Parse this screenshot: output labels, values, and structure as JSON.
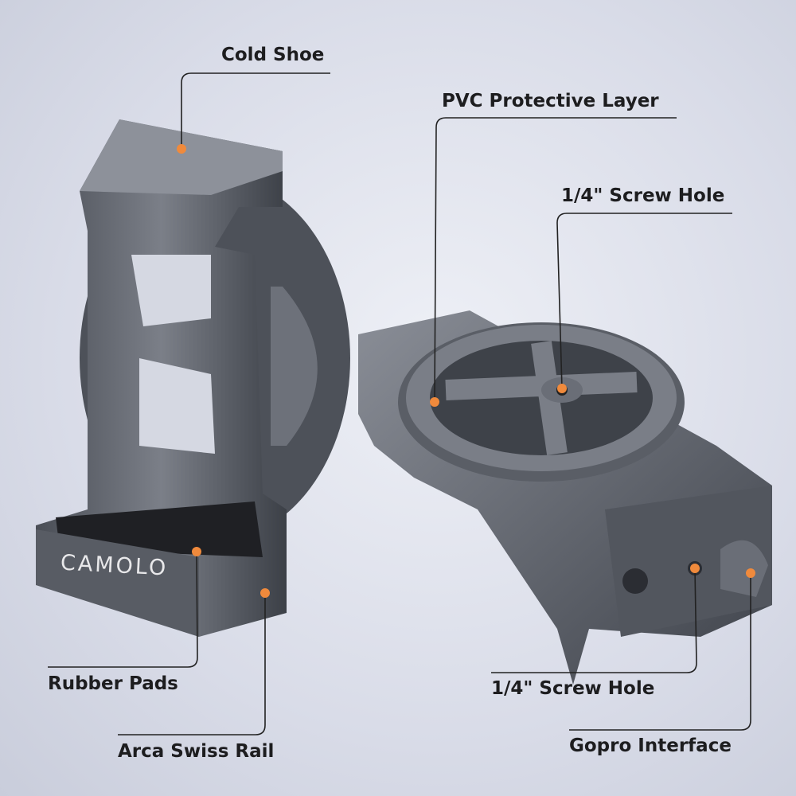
{
  "brand": "CAMOLO",
  "colors": {
    "callout_dot": "#f08a3c",
    "leader_line": "#222222",
    "metal": "#5b5f68"
  },
  "callouts": {
    "cold_shoe": "Cold Shoe",
    "pvc_layer": "PVC Protective Layer",
    "screw_hole_top": "1/4\" Screw Hole",
    "rubber_pads": "Rubber Pads",
    "arca_rail": "Arca Swiss Rail",
    "screw_hole_bottom": "1/4\" Screw Hole",
    "gopro": "Gopro Interface"
  }
}
